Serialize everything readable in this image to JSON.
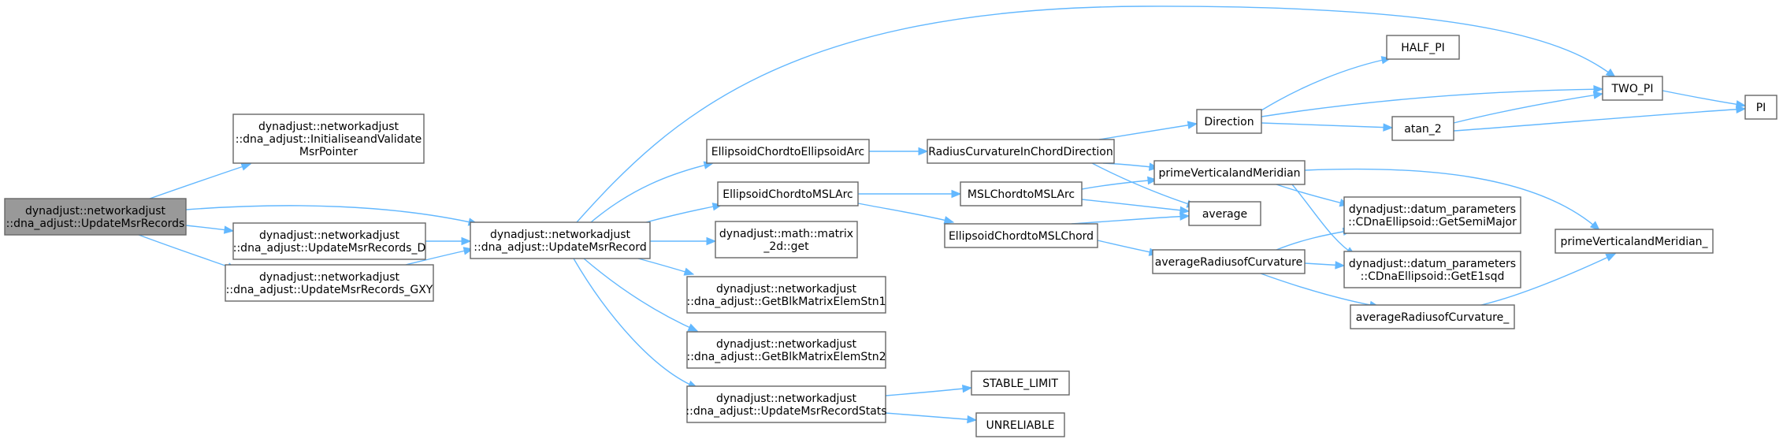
{
  "graph": {
    "nodes": [
      {
        "id": "root",
        "lines": [
          "dynadjust::networkadjust",
          "::dna_adjust::UpdateMsrRecords"
        ],
        "root": true
      },
      {
        "id": "initvalidate",
        "lines": [
          "dynadjust::networkadjust",
          "::dna_adjust::InitialiseandValidate",
          "MsrPointer"
        ]
      },
      {
        "id": "update_d",
        "lines": [
          "dynadjust::networkadjust",
          "::dna_adjust::UpdateMsrRecords_D"
        ]
      },
      {
        "id": "update_gxy",
        "lines": [
          "dynadjust::networkadjust",
          "::dna_adjust::UpdateMsrRecords_GXY"
        ]
      },
      {
        "id": "updaterecord",
        "lines": [
          "dynadjust::networkadjust",
          "::dna_adjust::UpdateMsrRecord"
        ]
      },
      {
        "id": "chord_arc",
        "lines": [
          "EllipsoidChordtoEllipsoidArc"
        ]
      },
      {
        "id": "chord_mslarc",
        "lines": [
          "EllipsoidChordtoMSLArc"
        ]
      },
      {
        "id": "matrix_get",
        "lines": [
          "dynadjust::math::matrix",
          "_2d::get"
        ]
      },
      {
        "id": "blk1",
        "lines": [
          "dynadjust::networkadjust",
          "::dna_adjust::GetBlkMatrixElemStn1"
        ]
      },
      {
        "id": "blk2",
        "lines": [
          "dynadjust::networkadjust",
          "::dna_adjust::GetBlkMatrixElemStn2"
        ]
      },
      {
        "id": "recordstats",
        "lines": [
          "dynadjust::networkadjust",
          "::dna_adjust::UpdateMsrRecordStats"
        ]
      },
      {
        "id": "radius_chord",
        "lines": [
          "RadiusCurvatureInChordDirection"
        ]
      },
      {
        "id": "msl_arc",
        "lines": [
          "MSLChordtoMSLArc"
        ]
      },
      {
        "id": "chord_mslchord",
        "lines": [
          "EllipsoidChordtoMSLChord"
        ]
      },
      {
        "id": "stable",
        "lines": [
          "STABLE_LIMIT"
        ]
      },
      {
        "id": "unreliable",
        "lines": [
          "UNRELIABLE"
        ]
      },
      {
        "id": "direction",
        "lines": [
          "Direction"
        ]
      },
      {
        "id": "primevm",
        "lines": [
          "primeVerticalandMeridian"
        ]
      },
      {
        "id": "average",
        "lines": [
          "average"
        ]
      },
      {
        "id": "avgradius",
        "lines": [
          "averageRadiusofCurvature"
        ]
      },
      {
        "id": "half_pi",
        "lines": [
          "HALF_PI"
        ]
      },
      {
        "id": "atan2",
        "lines": [
          "atan_2"
        ]
      },
      {
        "id": "semimajor",
        "lines": [
          "dynadjust::datum_parameters",
          "::CDnaEllipsoid::GetSemiMajor"
        ]
      },
      {
        "id": "e1sqd",
        "lines": [
          "dynadjust::datum_parameters",
          "::CDnaEllipsoid::GetE1sqd"
        ]
      },
      {
        "id": "avgradius_",
        "lines": [
          "averageRadiusofCurvature_"
        ]
      },
      {
        "id": "two_pi",
        "lines": [
          "TWO_PI"
        ]
      },
      {
        "id": "pi",
        "lines": [
          "PI"
        ]
      },
      {
        "id": "primevm_",
        "lines": [
          "primeVerticalandMeridian_"
        ]
      }
    ],
    "edges": [
      [
        "root",
        "initvalidate"
      ],
      [
        "root",
        "updaterecord"
      ],
      [
        "root",
        "update_d"
      ],
      [
        "root",
        "update_gxy"
      ],
      [
        "update_d",
        "updaterecord"
      ],
      [
        "update_gxy",
        "updaterecord"
      ],
      [
        "updaterecord",
        "two_pi"
      ],
      [
        "updaterecord",
        "chord_arc"
      ],
      [
        "updaterecord",
        "chord_mslarc"
      ],
      [
        "updaterecord",
        "matrix_get"
      ],
      [
        "updaterecord",
        "blk1"
      ],
      [
        "updaterecord",
        "blk2"
      ],
      [
        "updaterecord",
        "recordstats"
      ],
      [
        "chord_arc",
        "radius_chord"
      ],
      [
        "chord_mslarc",
        "msl_arc"
      ],
      [
        "chord_mslarc",
        "chord_mslchord"
      ],
      [
        "recordstats",
        "stable"
      ],
      [
        "recordstats",
        "unreliable"
      ],
      [
        "radius_chord",
        "direction"
      ],
      [
        "radius_chord",
        "primevm"
      ],
      [
        "radius_chord",
        "average"
      ],
      [
        "msl_arc",
        "primevm"
      ],
      [
        "msl_arc",
        "average"
      ],
      [
        "chord_mslchord",
        "average"
      ],
      [
        "chord_mslchord",
        "avgradius"
      ],
      [
        "direction",
        "half_pi"
      ],
      [
        "direction",
        "two_pi"
      ],
      [
        "direction",
        "atan2"
      ],
      [
        "atan2",
        "two_pi"
      ],
      [
        "atan2",
        "pi"
      ],
      [
        "two_pi",
        "pi"
      ],
      [
        "primevm",
        "semimajor"
      ],
      [
        "primevm",
        "e1sqd"
      ],
      [
        "primevm",
        "primevm_"
      ],
      [
        "avgradius",
        "semimajor"
      ],
      [
        "avgradius",
        "e1sqd"
      ],
      [
        "avgradius",
        "avgradius_"
      ],
      [
        "avgradius_",
        "primevm_"
      ]
    ]
  }
}
